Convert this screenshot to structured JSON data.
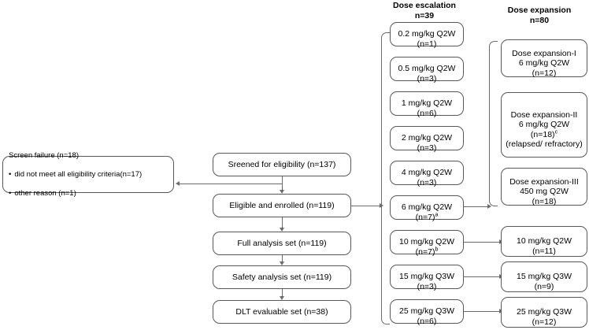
{
  "headers": {
    "escalation": "Dose escalation\nn=39",
    "expansion": "Dose expansion\nn=80"
  },
  "main_flow": [
    {
      "id": "screened",
      "label": "Sreened for eligibility (n=137)"
    },
    {
      "id": "enrolled",
      "label": "Eligible and enrolled (n=119)"
    },
    {
      "id": "full",
      "label": "Full analysis set (n=119)"
    },
    {
      "id": "safety",
      "label": "Safety analysis set (n=119)"
    },
    {
      "id": "dlt",
      "label": "DLT evaluable set (n=38)"
    }
  ],
  "screen_failure": {
    "title": "Screen failure (n=18)",
    "bullets": [
      "did not meet all eligibility criteria(n=17)",
      "other reason (n=1)"
    ]
  },
  "dose_escalation": [
    {
      "dose": "0.2 mg/kg Q2W",
      "n": "(n=1)",
      "note": ""
    },
    {
      "dose": "0.5 mg/kg Q2W",
      "n": "(n=3)",
      "note": ""
    },
    {
      "dose": "1 mg/kg Q2W",
      "n": "(n=6)",
      "note": ""
    },
    {
      "dose": "2 mg/kg Q2W",
      "n": "(n=3)",
      "note": ""
    },
    {
      "dose": "4 mg/kg Q2W",
      "n": "(n=3)",
      "note": ""
    },
    {
      "dose": "6 mg/kg Q2W",
      "n": "(n=7)",
      "note": "a"
    },
    {
      "dose": "10 mg/kg Q2W",
      "n": "(n=7)",
      "note": "b"
    },
    {
      "dose": "15 mg/kg Q3W",
      "n": "(n=3)",
      "note": ""
    },
    {
      "dose": "25 mg/kg Q3W",
      "n": "(n=6)",
      "note": ""
    }
  ],
  "dose_expansion": [
    {
      "title": "Dose expansion-I",
      "dose": "6 mg/kg Q2W",
      "n": "(n=12)",
      "note": "",
      "extra": ""
    },
    {
      "title": "Dose expansion-II",
      "dose": "6 mg/kg Q2W",
      "n": "(n=18)",
      "note": "c",
      "extra": "(relapsed/ refractory)"
    },
    {
      "title": "Dose expansion-III",
      "dose": "450 mg Q2W",
      "n": "(n=18)",
      "note": "",
      "extra": ""
    },
    {
      "title": "",
      "dose": "10 mg/kg Q2W",
      "n": "(n=11)",
      "note": "",
      "extra": ""
    },
    {
      "title": "",
      "dose": "15 mg/kg Q3W",
      "n": "(n=9)",
      "note": "",
      "extra": ""
    },
    {
      "title": "",
      "dose": "25 mg/kg Q3W",
      "n": "(n=12)",
      "note": "",
      "extra": ""
    }
  ],
  "colors": {
    "box_border": "#585858",
    "connector": "#6b6b6b",
    "text": "#000000",
    "background": "#ffffff"
  }
}
